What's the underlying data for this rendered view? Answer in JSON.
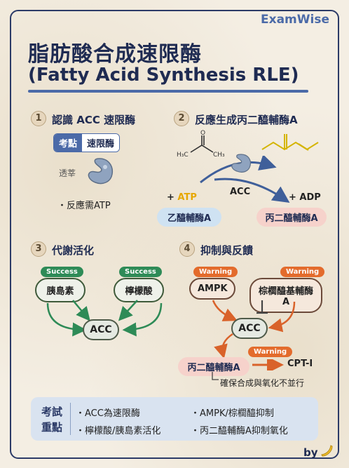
{
  "brand": "ExamWise",
  "title_zh": "脂肪酸合成速限酶",
  "title_en": "(Fatty Acid Synthesis RLE)",
  "sections": {
    "s1": {
      "num": "1",
      "title": "認識 ACC 速限酶",
      "tag_left": "考點",
      "tag_right": "速限酶",
      "side_label": "透莘",
      "note": "・反應需ATP"
    },
    "s2": {
      "num": "2",
      "title": "反應生成丙二醯輔酶A",
      "h3c": "H₃C",
      "ch3": "CH₃",
      "o": "O",
      "plus_atp_prefix": "+ ",
      "atp": "ATP",
      "plus_adp": "+ ADP",
      "enzyme": "ACC",
      "substrate": "乙醯輔酶A",
      "product": "丙二醯輔酶A"
    },
    "s3": {
      "num": "3",
      "title": "代謝活化",
      "badge1": "Success",
      "badge2": "Success",
      "activator1": "胰島素",
      "activator2": "檸檬酸",
      "enzyme": "ACC"
    },
    "s4": {
      "num": "4",
      "title": "抑制與反饋",
      "badge1": "Warning",
      "badge2": "Warning",
      "badge3": "Warning",
      "inhibitor1": "AMPK",
      "inhibitor2": "棕櫚醯基輔酶A",
      "enzyme": "ACC",
      "product": "丙二醯輔酶A",
      "target": "CPT-I",
      "note": "確保合成與氧化不並行"
    }
  },
  "summary": {
    "label_line1": "考試",
    "label_line2": "重點",
    "items": [
      "・ACC為速限酶",
      "・AMPK/棕櫚醯抑制",
      "・檸檬酸/胰島素活化",
      "・丙二醯輔酶A抑制氧化"
    ]
  },
  "footer": "by",
  "colors": {
    "navy": "#1f2b52",
    "accent": "#4b6aa8",
    "success": "#2e8b57",
    "warning": "#e36b2c"
  },
  "icons": [
    "enzyme-icon",
    "banana-icon"
  ]
}
